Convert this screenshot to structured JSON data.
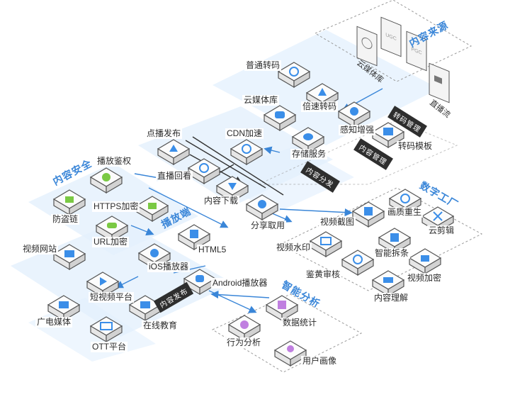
{
  "sections": {
    "content_source": "内容来源",
    "content_security": "内容安全",
    "player": "播放端",
    "digital_factory": "数字工厂",
    "smart_analysis": "智能分析"
  },
  "source_cards": [
    "云媒体库",
    "UGC",
    "PGC",
    "直播流"
  ],
  "tags": {
    "transcode_mgmt": "转码管理",
    "content_mgmt": "内容管理",
    "content_dist": "内容分发",
    "content_publish": "内容发布"
  },
  "nodes": {
    "normal_transcode": "普通转码",
    "cloud_media_lib": "云媒体库",
    "fast_transcode": "倍速转码",
    "perception_enhance": "感知增强",
    "transcode_template": "转码模板",
    "storage_service": "存储服务",
    "cdn_accel": "CDN加速",
    "vod_publish": "点播发布",
    "live_replay": "直播回看",
    "content_download": "内容下载",
    "share_fetch": "分享取用",
    "play_auth": "播放鉴权",
    "https_encrypt": "HTTPS加密",
    "anti_leech": "防盗链",
    "url_encrypt": "URL加密",
    "html5": "HTML5",
    "ios_player": "iOS播放器",
    "android_player": "Android播放器",
    "video_website": "视频网站",
    "short_video": "短视频平台",
    "broadcast_media": "广电媒体",
    "online_edu": "在线教育",
    "ott": "OTT平台",
    "video_screenshot": "视频截图",
    "quality_rebirth": "画质重生",
    "cloud_edit": "云剪辑",
    "watermark": "视频水印",
    "smart_split": "智能拆条",
    "porn_audit": "鉴黄审核",
    "video_encrypt": "视频加密",
    "content_understand": "内容理解",
    "data_stats": "数据统计",
    "behavior_analysis": "行为分析",
    "user_portrait": "用户画像"
  },
  "colors": {
    "accent": "#3a86d8",
    "icon_blue": "#3b8ee8",
    "icon_green": "#7ac943",
    "panel": "#e3f0fd",
    "tag_bg": "#2e2e2e"
  }
}
